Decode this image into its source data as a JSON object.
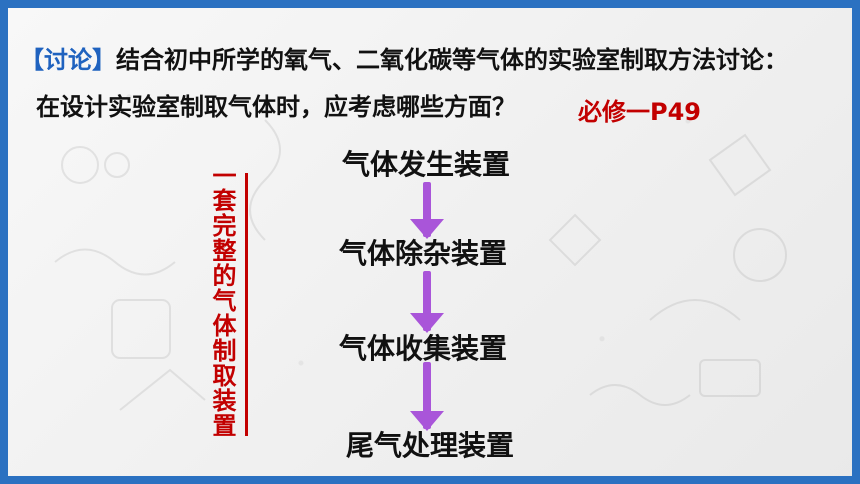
{
  "discussion": {
    "bracket_text": "【讨论】",
    "line1": "结合初中所学的氧气、二氧化碳等气体的实验室制取方法讨论：",
    "line2": "在设计实验室制取气体时，应考虑哪些方面？",
    "reference": "必修一P49"
  },
  "side_label": "一套完整的气体制取装置",
  "steps": [
    "气体发生装置",
    "气体除杂装置",
    "气体收集装置",
    "尾气处理装置"
  ],
  "colors": {
    "frame": "#2b71c1",
    "accent_red": "#c20000",
    "arrow_purple": "#a955d9"
  }
}
